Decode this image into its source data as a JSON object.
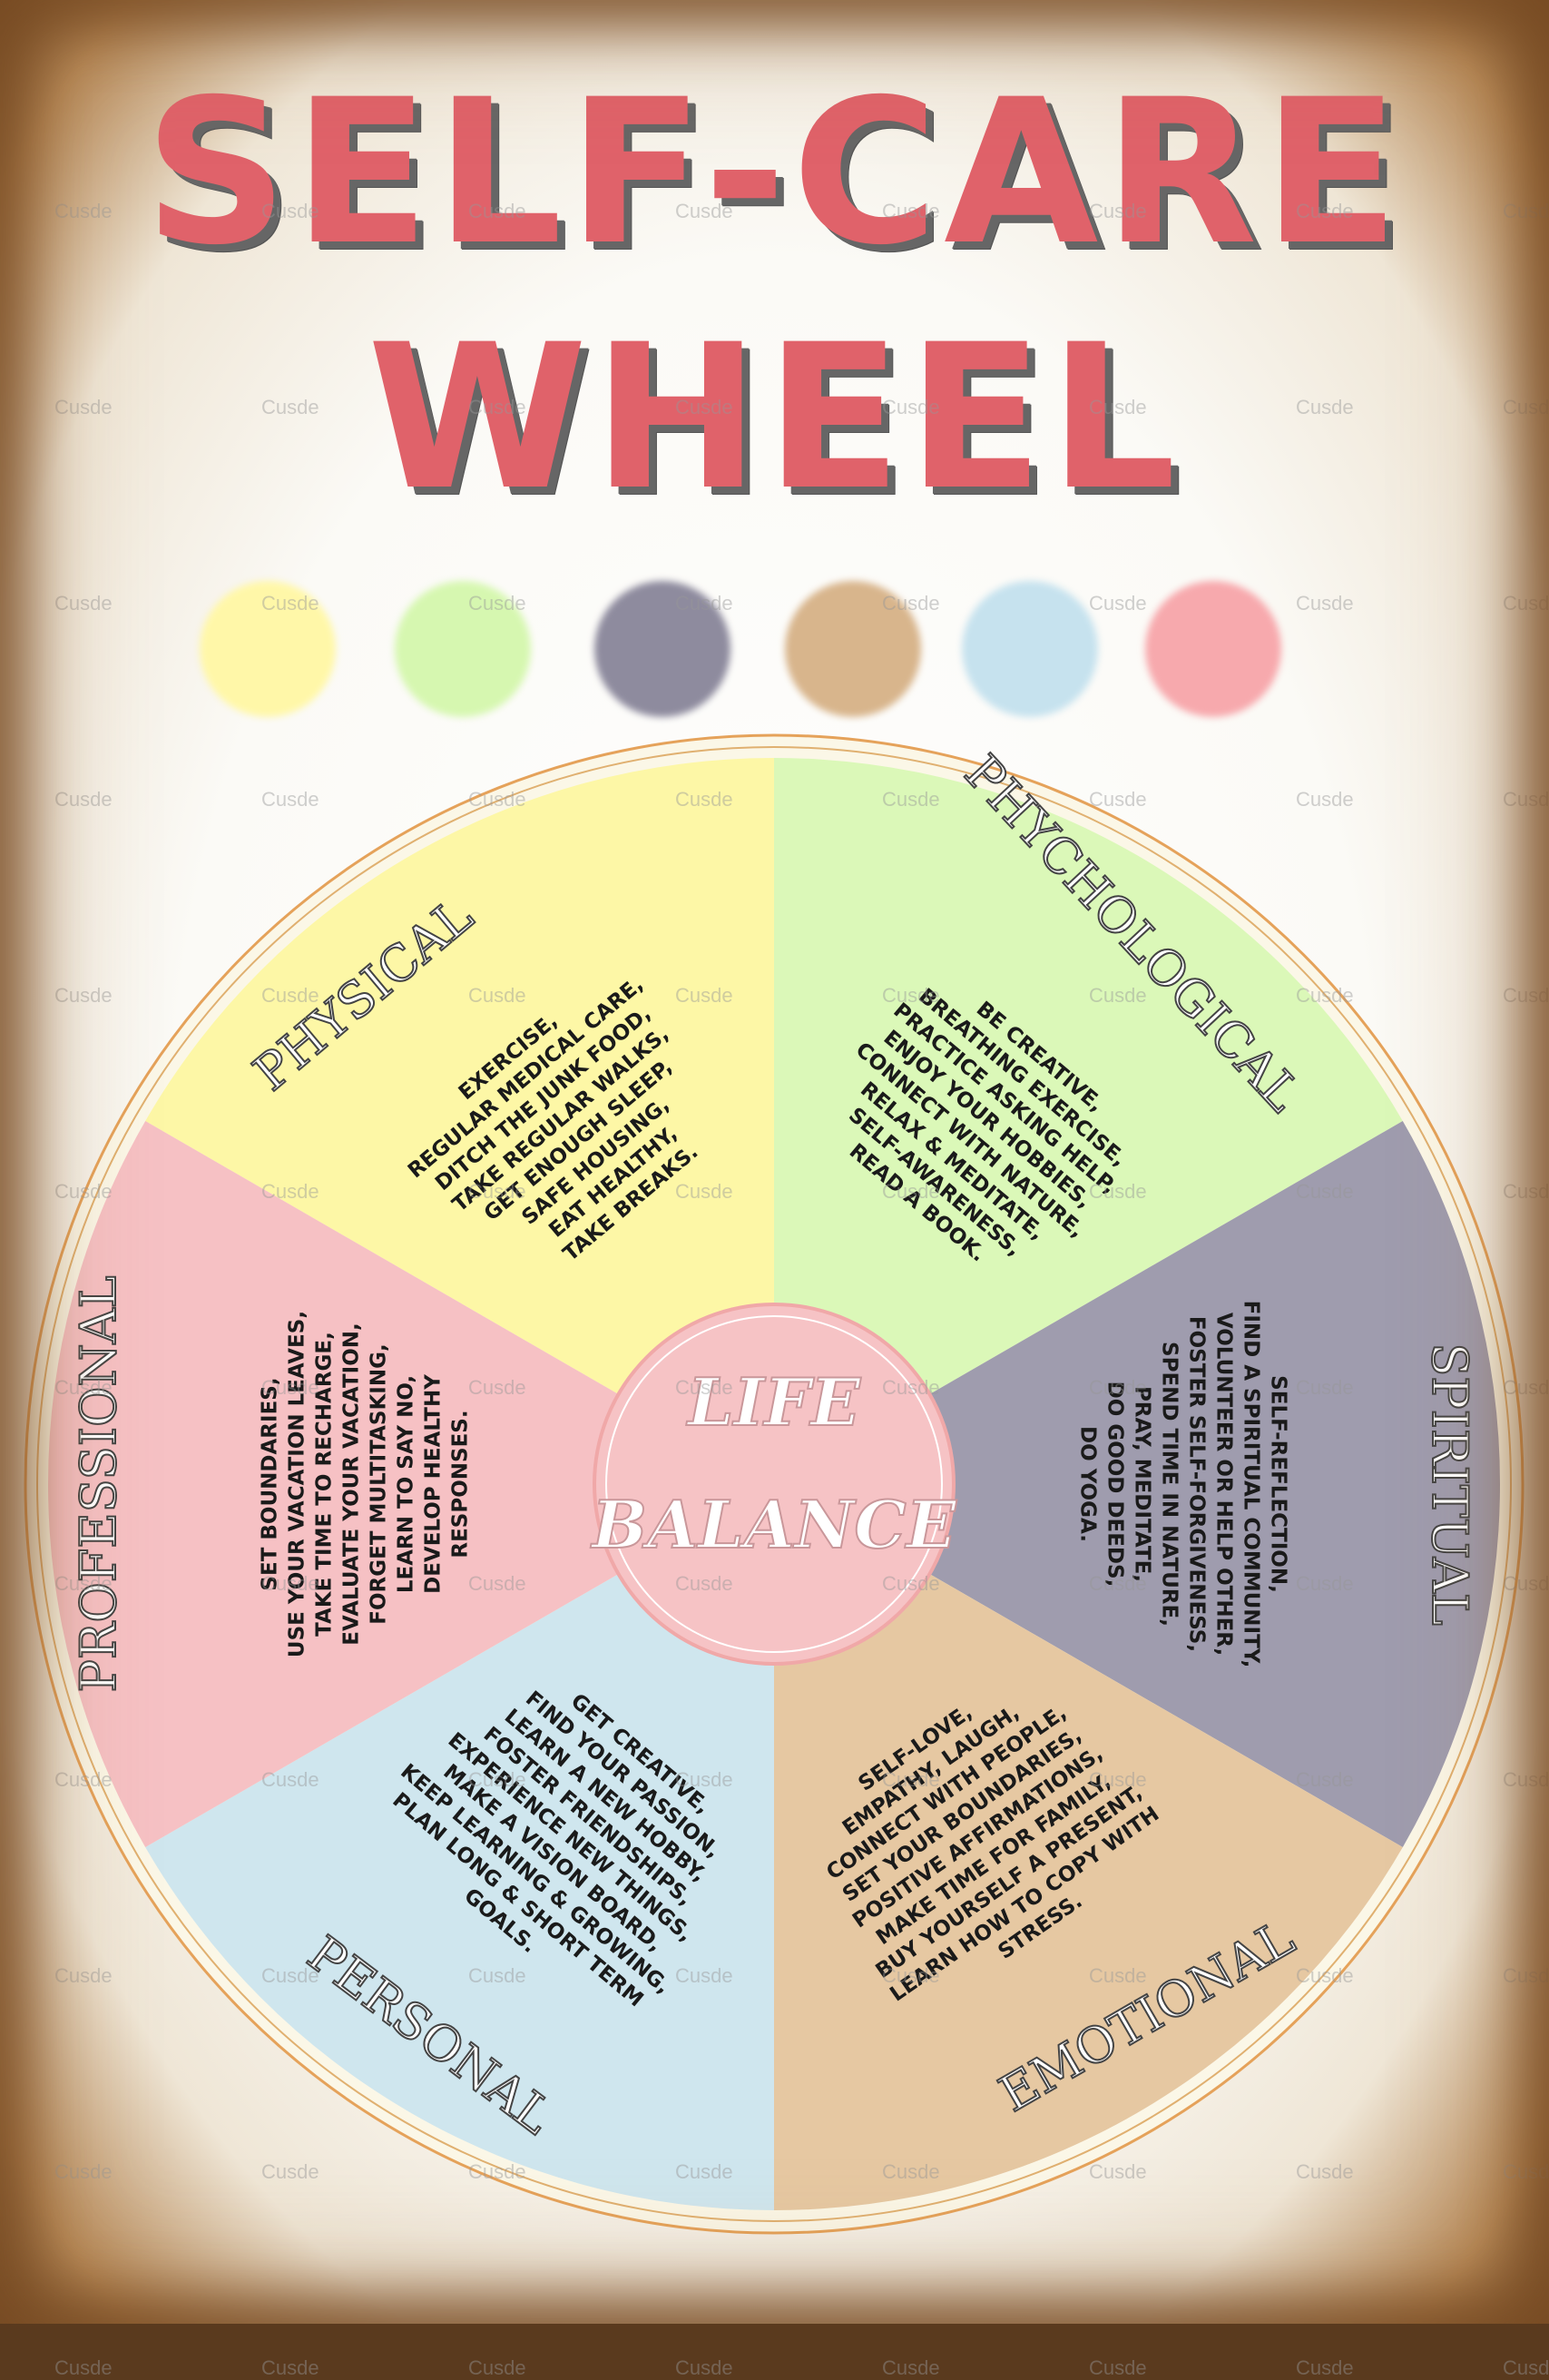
{
  "title": {
    "line1": "SELF-CARE",
    "line2": "WHEEL"
  },
  "color_dots": [
    "#fff7a8",
    "#d6f7b0",
    "#8e8b9e",
    "#d8b58c",
    "#c6e2ee",
    "#f7a9ad"
  ],
  "center": {
    "line1": "LIFE",
    "line2": "BALANCE",
    "color": "#f6c3c5"
  },
  "watermark": "Cusde",
  "segments": [
    {
      "key": "physical",
      "label": "PHYSICAL",
      "color": "#fdf7a6",
      "items": [
        "EXERCISE,",
        "REGULAR MEDICAL CARE,",
        "DITCH THE JUNK FOOD,",
        "TAKE REGULAR WALKS,",
        "GET ENOUGH SLEEP,",
        "SAFE HOUSING,",
        "EAT HEALTHY,",
        "TAKE BREAKS."
      ]
    },
    {
      "key": "psychological",
      "label": "PHYCHOLOGICAL",
      "color": "#dbf8b8",
      "items": [
        "BE CREATIVE,",
        "BREATHING EXERCISE,",
        "PRACTICE ASKING HELP,",
        "ENJOY YOUR HOBBIES,",
        "CONNECT WITH NATURE,",
        "RELAX & MEDITATE,",
        "SELF-AWARENESS,",
        "READ A BOOK."
      ]
    },
    {
      "key": "spiritual",
      "label": "SPIRITUAL",
      "color": "#9f9cae",
      "items": [
        "SELF-REFLECTION,",
        "FIND A SPIRITUAL COMMUNITY,",
        "VOLUNTEER OR HELP OTHER,",
        "FOSTER SELF-FORGIVENESS,",
        "SPEND TIME IN NATURE,",
        "PRAY, MEDITATE,",
        "DO GOOD DEEDS,",
        "DO YOGA."
      ]
    },
    {
      "key": "emotional",
      "label": "EMOTIONAL",
      "color": "#e6c8a2",
      "items": [
        "SELF-LOVE,",
        "EMPATHY, LAUGH,",
        "CONNECT WITH PEOPLE,",
        "SET YOUR BOUNDARIES,",
        "POSITIVE AFFIRMATIONS,",
        "MAKE TIME FOR FAMILY,",
        "BUY YOURSELF A PRESENT,",
        "LEARN HOW TO COPY WITH",
        "STRESS."
      ]
    },
    {
      "key": "personal",
      "label": "PERSONAL",
      "color": "#cfe6ee",
      "items": [
        "GET CREATIVE,",
        "FIND YOUR PASSION,",
        "LEARN A NEW HOBBY,",
        "FOSTER FRIENDSHIPS,",
        "EXPERIENCE NEW THINGS,",
        "MAKE A VISION BOARD,",
        "KEEP LEARNING & GROWING,",
        "PLAN LONG & SHORT TERM",
        "GOALS."
      ]
    },
    {
      "key": "professional",
      "label": "PROFESSIONAL",
      "color": "#f6c1c4",
      "items": [
        "SET BOUNDARIES,",
        "USE YOUR VACATION LEAVES,",
        "TAKE TIME TO RECHARGE,",
        "EVALUATE YOUR VACATION,",
        "FORGET MULTITASKING,",
        "LEARN TO SAY NO,",
        "DEVELOP HEALTHY",
        "RESPONSES."
      ]
    }
  ]
}
